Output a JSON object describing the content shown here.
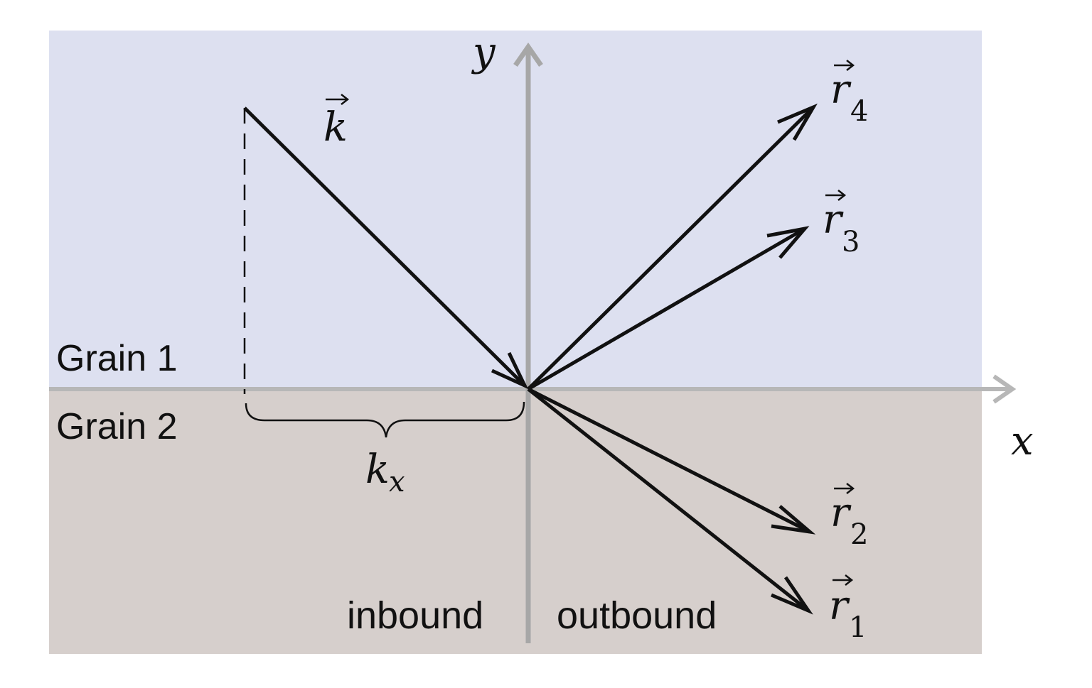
{
  "regions": {
    "grain1": {
      "label": "Grain 1",
      "color": "#dde0f0"
    },
    "grain2": {
      "label": "Grain 2",
      "color": "#d6cfcc"
    }
  },
  "axes": {
    "x_label": "x",
    "y_label": "y",
    "color": "#a7a7a7"
  },
  "incident": {
    "symbol": "k",
    "component_symbol": "k",
    "component_subscript": "x"
  },
  "reflected": [
    {
      "symbol": "r",
      "subscript": "4"
    },
    {
      "symbol": "r",
      "subscript": "3"
    },
    {
      "symbol": "r",
      "subscript": "2"
    },
    {
      "symbol": "r",
      "subscript": "1"
    }
  ],
  "side_labels": {
    "left": "inbound",
    "right": "outbound"
  },
  "colors": {
    "vector": "#111111"
  }
}
